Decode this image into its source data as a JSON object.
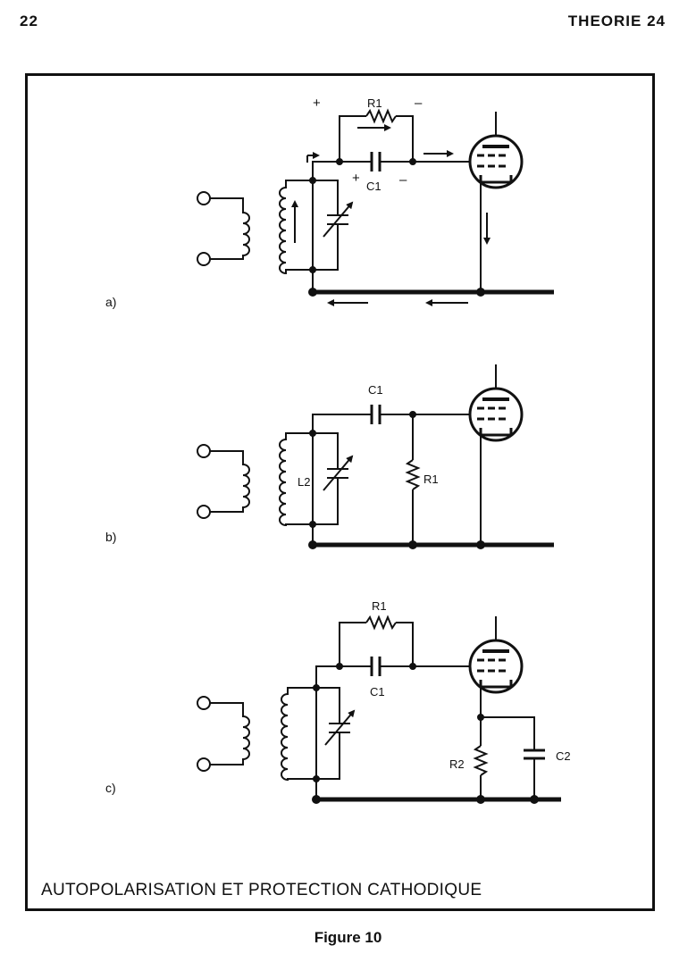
{
  "header": {
    "page_number": "22",
    "section": "THEORIE 24"
  },
  "diagrams": {
    "a": {
      "label": "a)",
      "r1": "R1",
      "c1": "C1",
      "plus": "+",
      "minus": "–"
    },
    "b": {
      "label": "b)",
      "c1": "C1",
      "l2": "L2",
      "r1": "R1"
    },
    "c": {
      "label": "c)",
      "r1": "R1",
      "c1": "C1",
      "r2": "R2",
      "c2": "C2"
    }
  },
  "caption": "AUTOPOLARISATION ET PROTECTION CATHODIQUE",
  "figure_label": "Figure 10"
}
